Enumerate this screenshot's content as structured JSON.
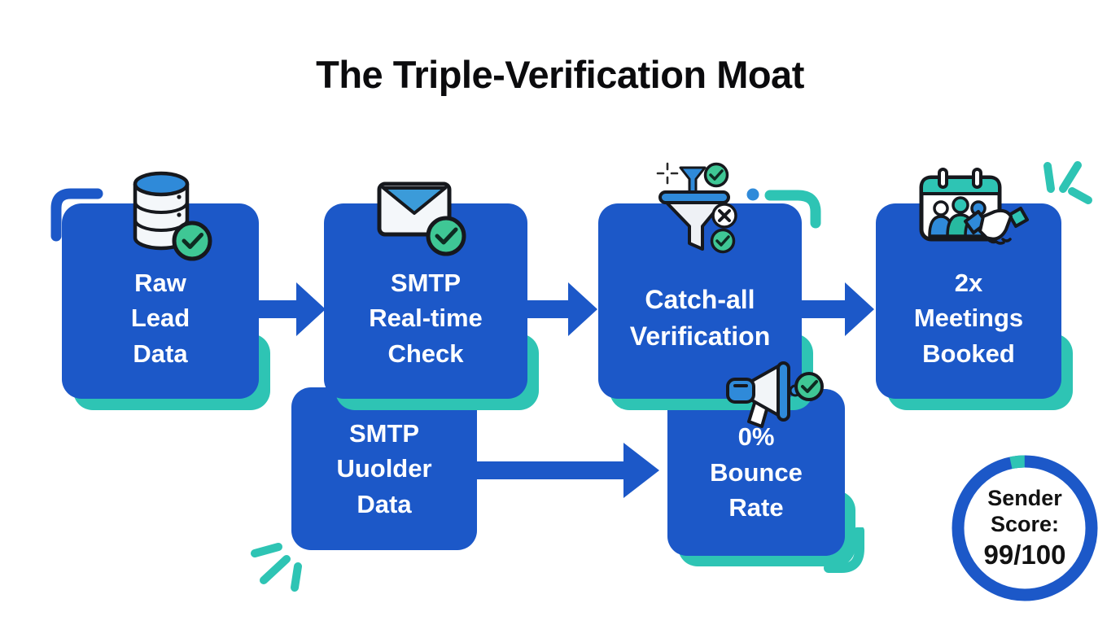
{
  "title": "The Triple-Verification Moat",
  "colors": {
    "box_blue": "#1c58c8",
    "teal_accent": "#2ec4b4",
    "green_check": "#3fc795",
    "icon_blue": "#2f8ad9",
    "outline_dark": "#16181d"
  },
  "flow_row1": [
    {
      "label": "Raw\nLead\nData",
      "icon": "database-check-icon"
    },
    {
      "label": "SMTP\nReal-time\nCheck",
      "icon": "envelope-check-icon"
    },
    {
      "label": "Catch-all\nVerification",
      "icon": "funnel-filter-icon"
    },
    {
      "label": "2x\nMeetings\nBooked",
      "icon": "calendar-handshake-icon"
    }
  ],
  "flow_row2": [
    {
      "label": "SMTP\nUuolder\nData"
    },
    {
      "label": "0%\nBounce\nRate",
      "icon": "megaphone-check-icon"
    }
  ],
  "sender_score": {
    "label_line1": "Sender",
    "label_line2": "Score:",
    "value": "99/100"
  }
}
